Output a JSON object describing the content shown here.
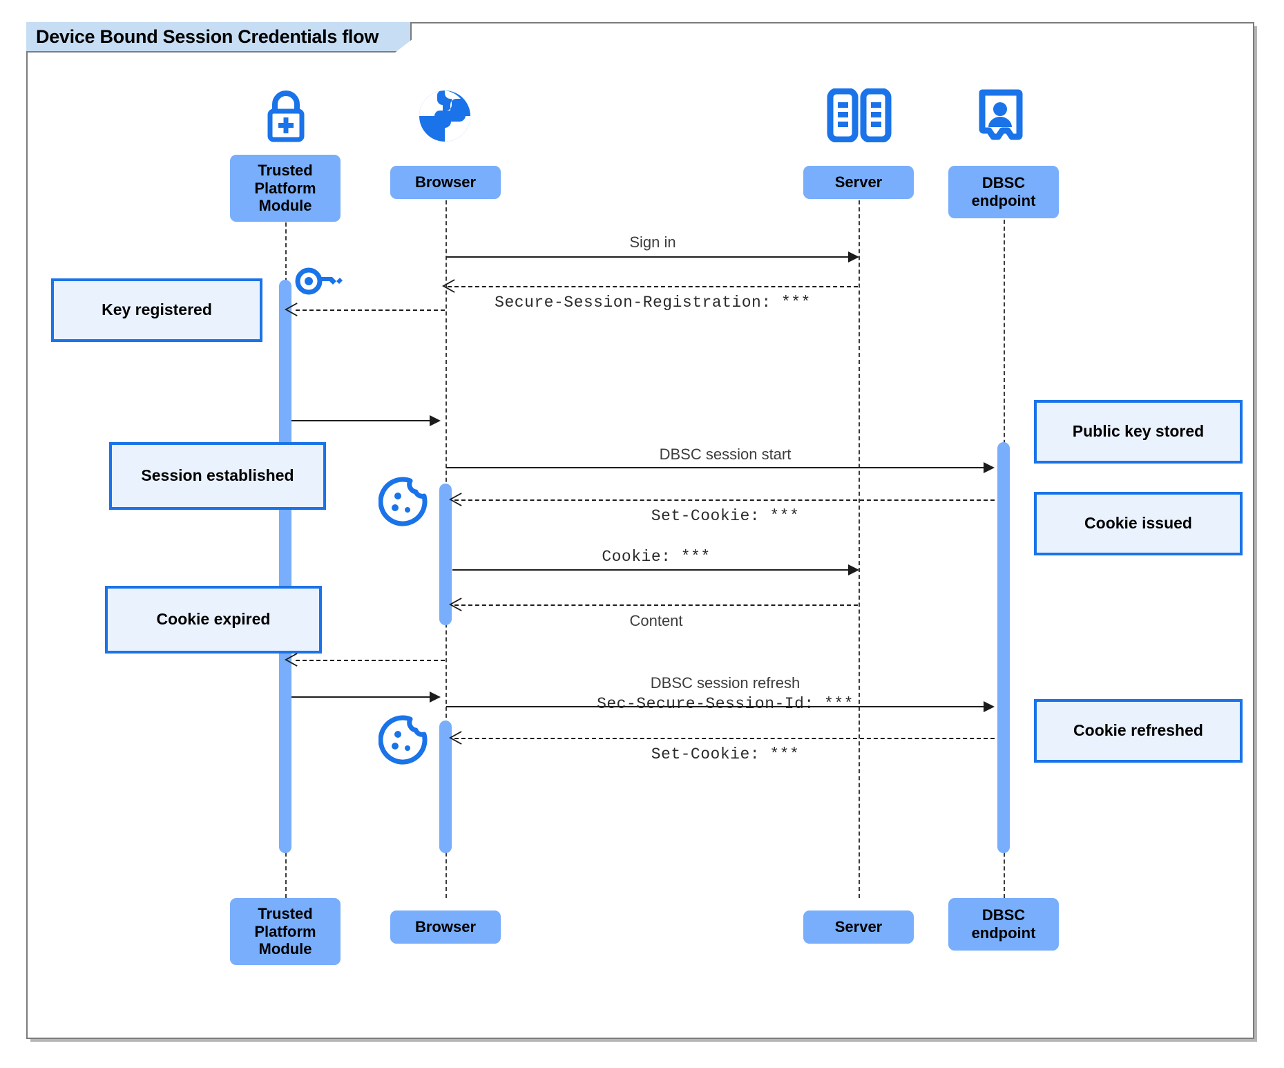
{
  "frame": {
    "title": "Device Bound Session Credentials flow",
    "accent_blue": "#1a73e8",
    "participant_fill": "#78aefc",
    "note_fill": "#eaf2fe",
    "title_fill": "#c6ddf3"
  },
  "participants": [
    {
      "id": "tpm",
      "label": "Trusted Platform Module",
      "icon": "lock-plus-icon"
    },
    {
      "id": "browser",
      "label": "Browser",
      "icon": "globe-icon"
    },
    {
      "id": "server",
      "label": "Server",
      "icon": "server-rack-icon"
    },
    {
      "id": "dbsc",
      "label": "DBSC endpoint",
      "icon": "id-badge-icon"
    }
  ],
  "footer_participants": [
    {
      "id": "tpm",
      "label": "Trusted Platform Module"
    },
    {
      "id": "browser",
      "label": "Browser"
    },
    {
      "id": "server",
      "label": "Server"
    },
    {
      "id": "dbsc",
      "label": "DBSC endpoint"
    }
  ],
  "messages": [
    {
      "id": "m1",
      "label": "Sign in",
      "style": "sans",
      "from": "browser",
      "to": "server",
      "kind": "solid"
    },
    {
      "id": "m2",
      "label": "Secure-Session-Registration: ***",
      "style": "mono",
      "from": "server",
      "to": "browser",
      "kind": "dashed"
    },
    {
      "id": "m3",
      "label": "",
      "style": "sans",
      "from": "browser",
      "to": "tpm",
      "kind": "dashed"
    },
    {
      "id": "m4",
      "label": "",
      "style": "sans",
      "from": "tpm",
      "to": "browser",
      "kind": "solid"
    },
    {
      "id": "m5",
      "label": "DBSC session start",
      "style": "sans",
      "from": "browser",
      "to": "dbsc",
      "kind": "solid"
    },
    {
      "id": "m6",
      "label": "Set-Cookie: ***",
      "style": "mono",
      "from": "dbsc",
      "to": "browser",
      "kind": "dashed"
    },
    {
      "id": "m7",
      "label": "Cookie: ***",
      "style": "mono",
      "from": "browser",
      "to": "server",
      "kind": "solid"
    },
    {
      "id": "m8",
      "label": "Content",
      "style": "sans",
      "from": "server",
      "to": "browser",
      "kind": "dashed"
    },
    {
      "id": "m9",
      "label": "",
      "style": "sans",
      "from": "browser",
      "to": "tpm",
      "kind": "dashed"
    },
    {
      "id": "m10",
      "label": "",
      "style": "sans",
      "from": "tpm",
      "to": "browser",
      "kind": "solid"
    },
    {
      "id": "m11a",
      "label": "DBSC session refresh",
      "style": "sans",
      "from": "browser",
      "to": "dbsc",
      "kind": "solid"
    },
    {
      "id": "m11b",
      "label": "Sec-Secure-Session-Id: ***",
      "style": "mono",
      "from": "browser",
      "to": "dbsc",
      "kind": "solid"
    },
    {
      "id": "m12",
      "label": "Set-Cookie: ***",
      "style": "mono",
      "from": "dbsc",
      "to": "browser",
      "kind": "dashed"
    }
  ],
  "notes": [
    {
      "id": "n1",
      "label": "Key registered",
      "side": "left",
      "attached_to": "tpm"
    },
    {
      "id": "n2",
      "label": "Session established",
      "side": "left",
      "attached_to": "tpm"
    },
    {
      "id": "n3",
      "label": "Cookie expired",
      "side": "left",
      "attached_to": "tpm"
    },
    {
      "id": "n4",
      "label": "Public key stored",
      "side": "right",
      "attached_to": "dbsc"
    },
    {
      "id": "n5",
      "label": "Cookie issued",
      "side": "right",
      "attached_to": "dbsc"
    },
    {
      "id": "n6",
      "label": "Cookie refreshed",
      "side": "right",
      "attached_to": "dbsc"
    }
  ],
  "inline_icons": [
    {
      "id": "key",
      "name": "key-icon",
      "near": "tpm"
    },
    {
      "id": "cookie1",
      "name": "cookie-icon",
      "near": "browser"
    },
    {
      "id": "cookie2",
      "name": "cookie-icon",
      "near": "browser"
    }
  ]
}
